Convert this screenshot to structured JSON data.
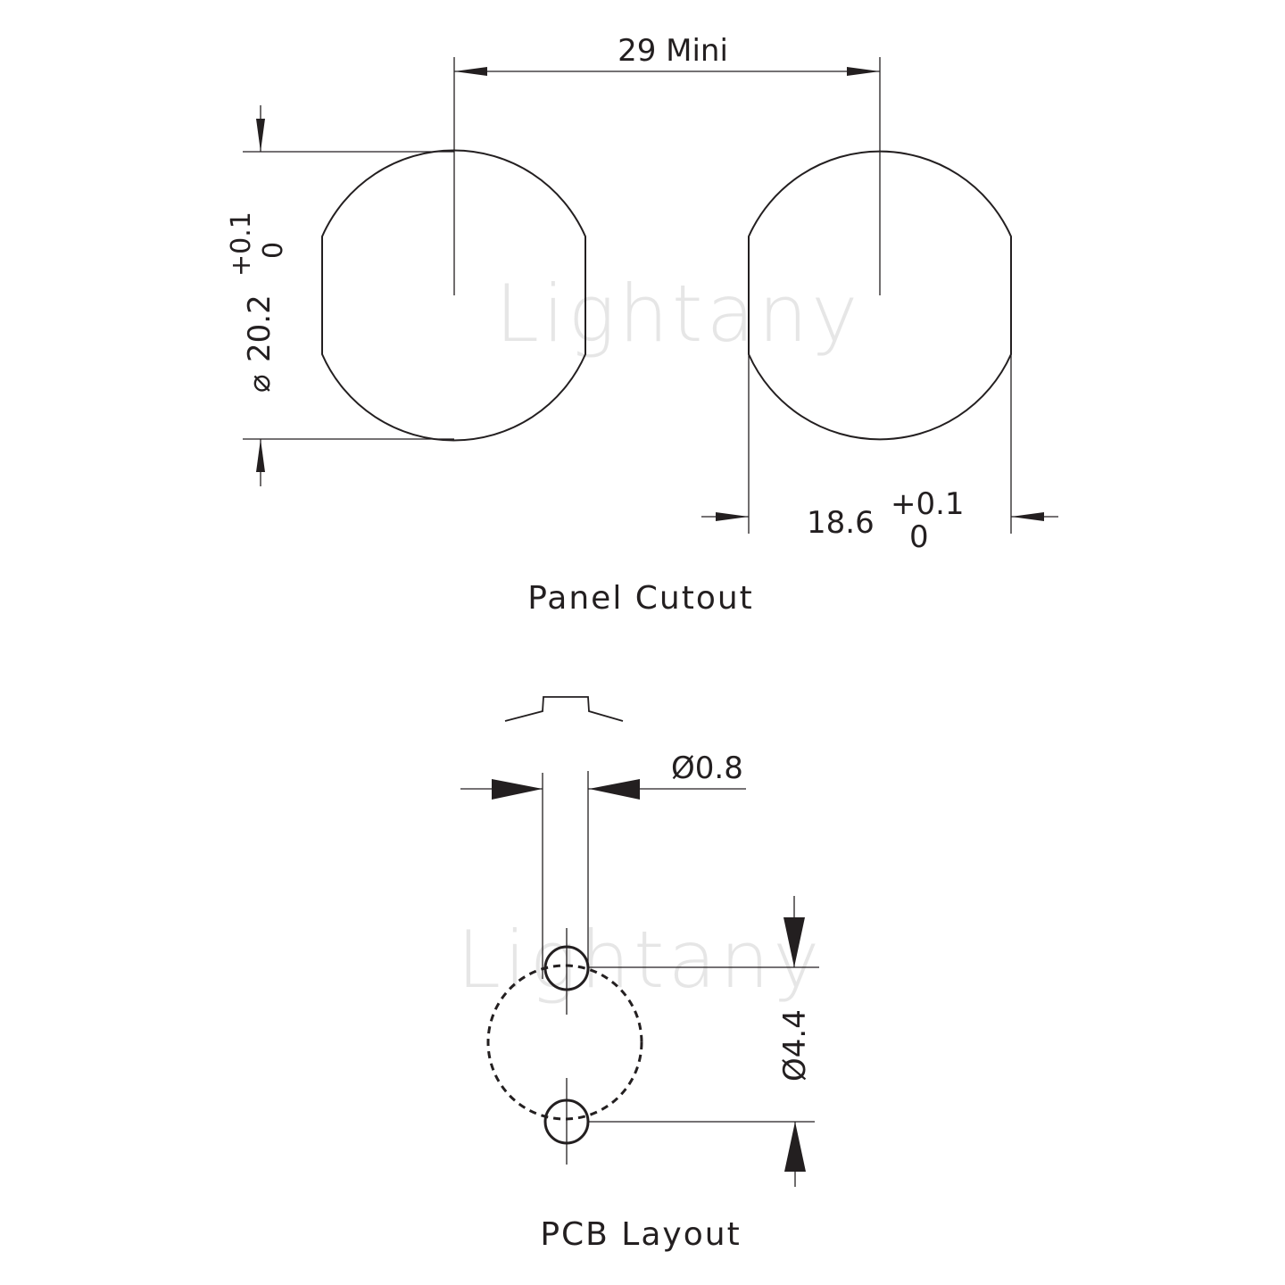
{
  "panel_cutout": {
    "title": "Panel Cutout",
    "spacing_label": "29 Mini",
    "diameter_label": "20.2",
    "diameter_symbol": "⌀",
    "diameter_tol_upper": "+0.1",
    "diameter_tol_lower": "0",
    "flat_width_label": "18.6",
    "flat_width_tol_upper": "+0.1",
    "flat_width_tol_lower": "0"
  },
  "pcb_layout": {
    "title": "PCB Layout",
    "hole_diameter_label": "Ø0.8",
    "pitch_circle_label": "Ø4.4"
  },
  "watermark": {
    "text": "Lightany"
  },
  "colors": {
    "line": "#231f20",
    "watermark": "#e6e6e6",
    "background": "#ffffff"
  }
}
